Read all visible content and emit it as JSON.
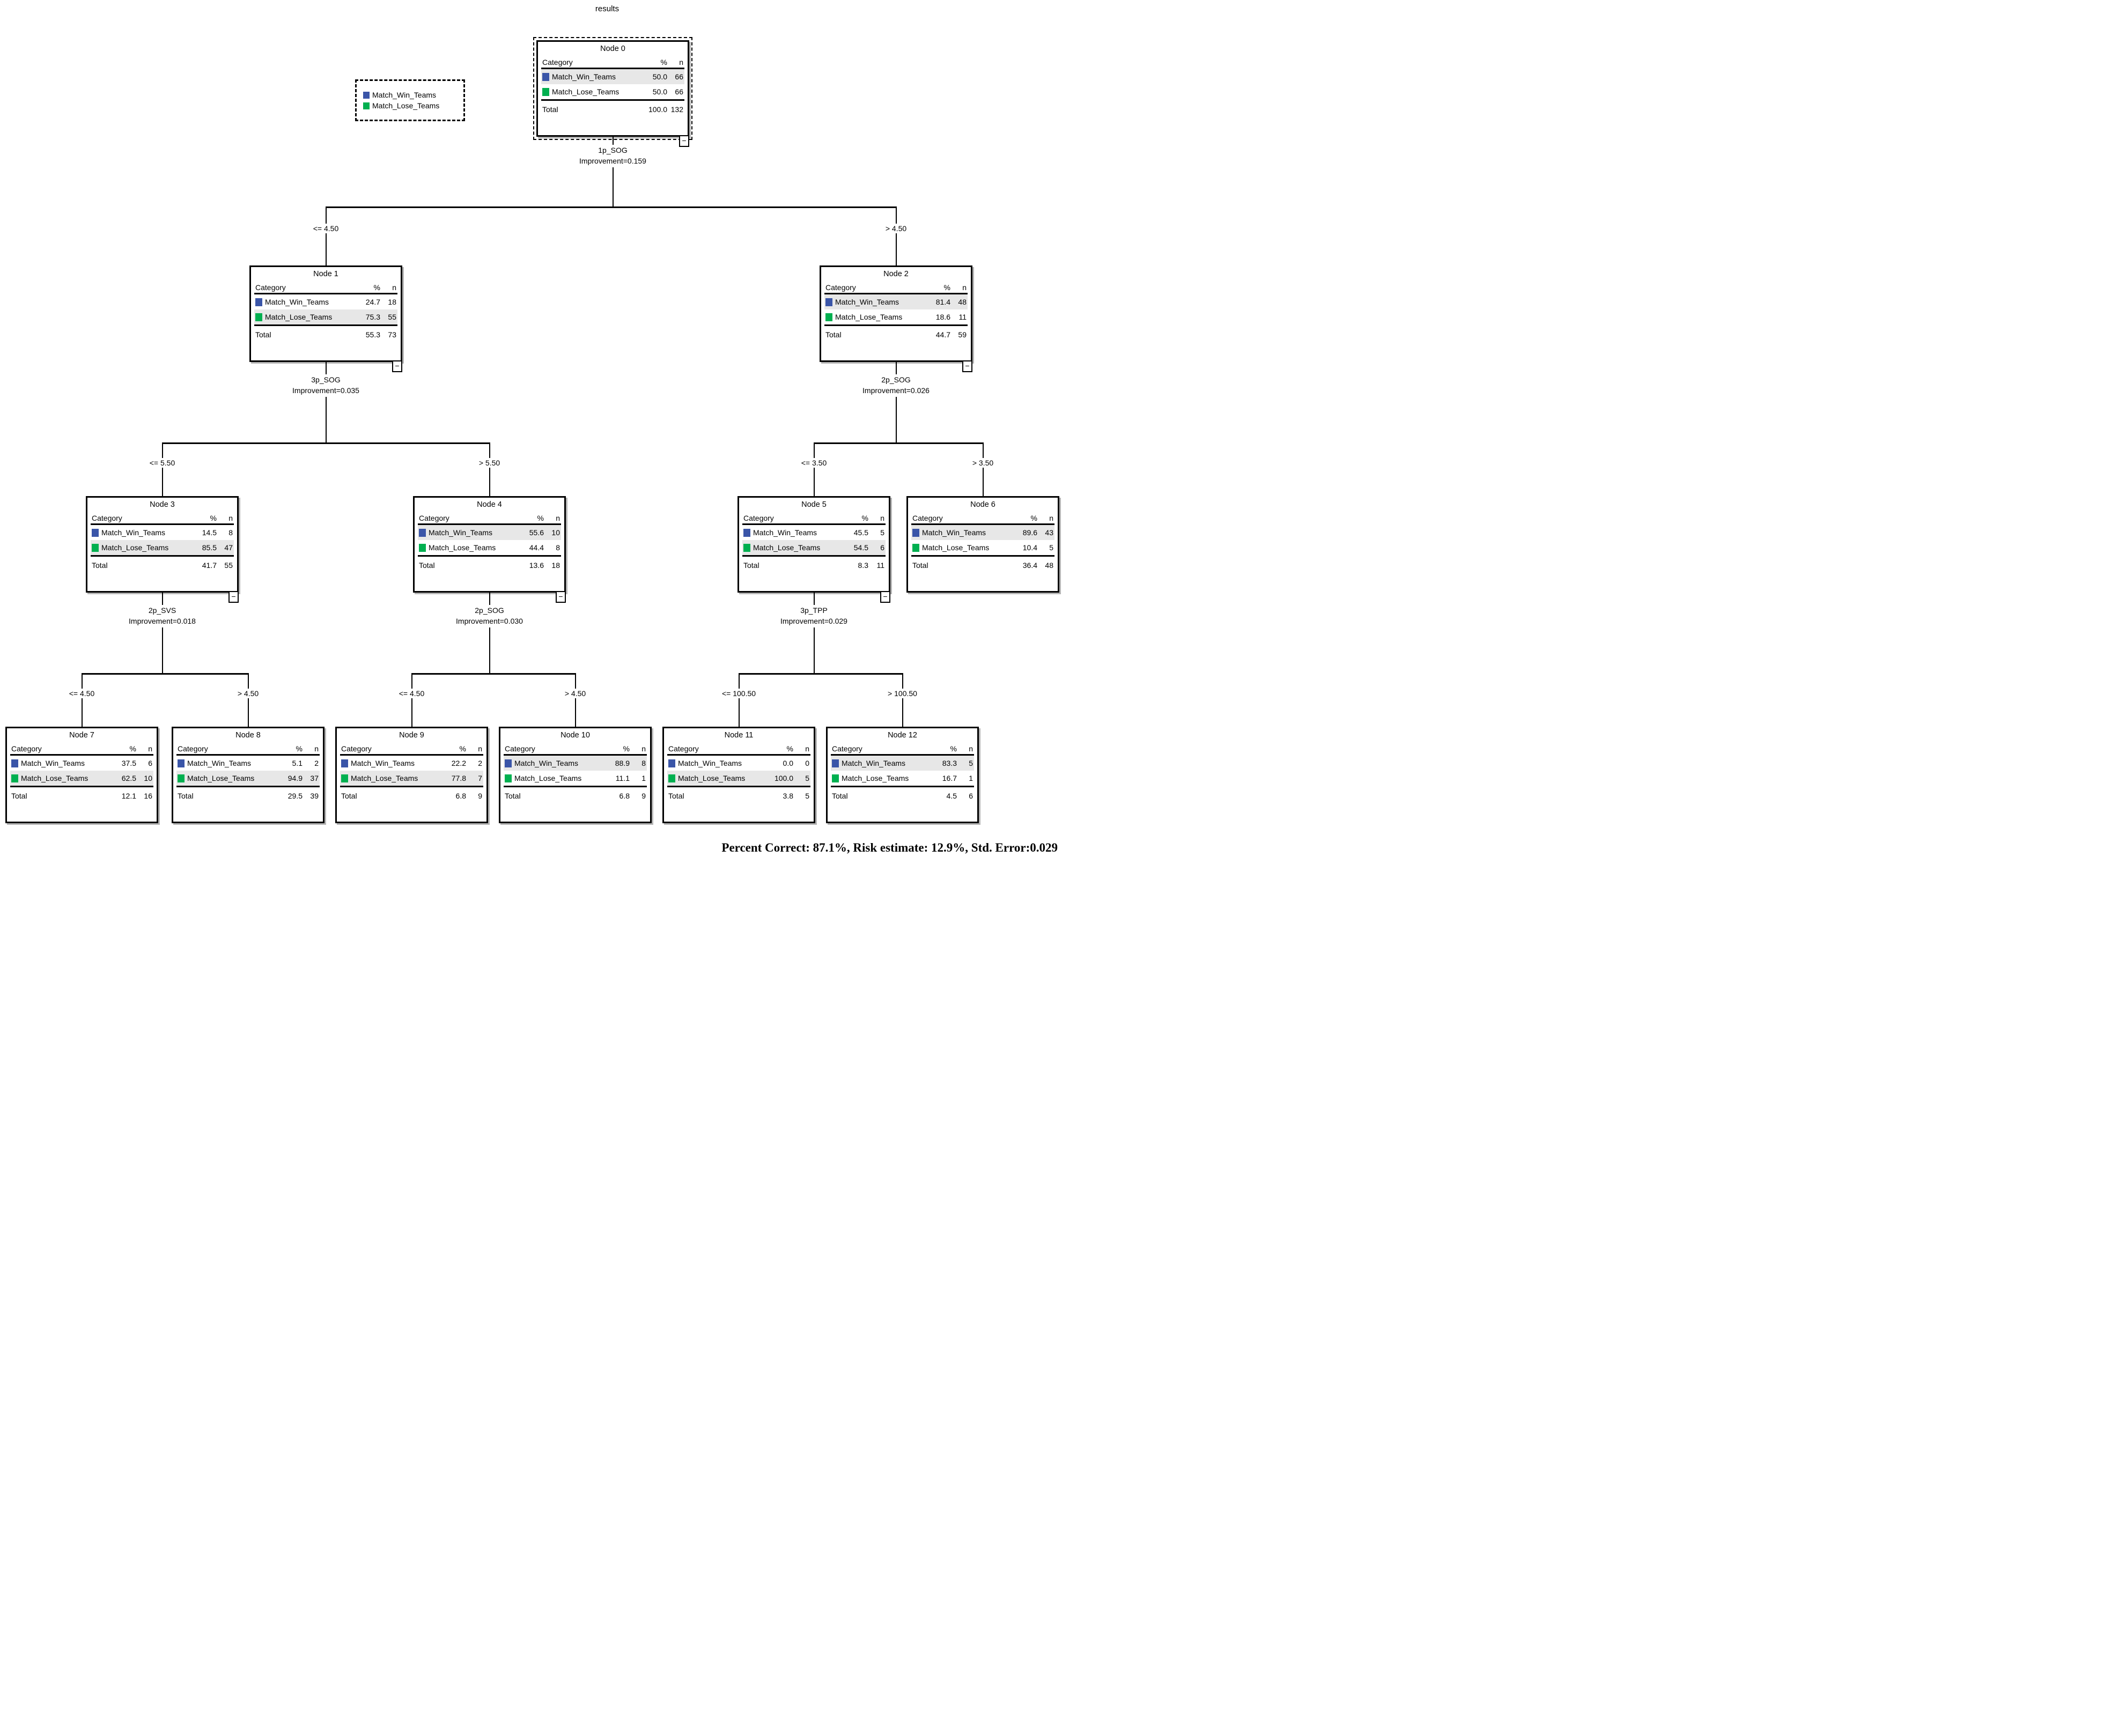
{
  "title": "results",
  "headers": {
    "category": "Category",
    "percent": "%",
    "n": "n",
    "total": "Total"
  },
  "collapse_glyph": "−",
  "colors": {
    "win": "#3a55a8",
    "lose": "#00b050",
    "highlight": "#e7e7e7"
  },
  "legend": {
    "items": [
      {
        "label": "Match_Win_Teams",
        "color_key": "win"
      },
      {
        "label": "Match_Lose_Teams",
        "color_key": "lose"
      }
    ]
  },
  "footer": "Percent Correct: 87.1%, Risk estimate: 12.9%, Std. Error:0.029",
  "nodes": [
    {
      "title": "Node 0",
      "selected": true,
      "has_collapse": true,
      "rows": [
        {
          "category": "Match_Win_Teams",
          "pct": "50.0",
          "n": "66",
          "highlight": true,
          "color_key": "win"
        },
        {
          "category": "Match_Lose_Teams",
          "pct": "50.0",
          "n": "66",
          "highlight": false,
          "color_key": "lose"
        }
      ],
      "total_pct": "100.0",
      "total_n": "132"
    },
    {
      "title": "Node 1",
      "selected": false,
      "has_collapse": true,
      "rows": [
        {
          "category": "Match_Win_Teams",
          "pct": "24.7",
          "n": "18",
          "highlight": false,
          "color_key": "win"
        },
        {
          "category": "Match_Lose_Teams",
          "pct": "75.3",
          "n": "55",
          "highlight": true,
          "color_key": "lose"
        }
      ],
      "total_pct": "55.3",
      "total_n": "73"
    },
    {
      "title": "Node 2",
      "selected": false,
      "has_collapse": true,
      "rows": [
        {
          "category": "Match_Win_Teams",
          "pct": "81.4",
          "n": "48",
          "highlight": true,
          "color_key": "win"
        },
        {
          "category": "Match_Lose_Teams",
          "pct": "18.6",
          "n": "11",
          "highlight": false,
          "color_key": "lose"
        }
      ],
      "total_pct": "44.7",
      "total_n": "59"
    },
    {
      "title": "Node 3",
      "selected": false,
      "has_collapse": true,
      "rows": [
        {
          "category": "Match_Win_Teams",
          "pct": "14.5",
          "n": "8",
          "highlight": false,
          "color_key": "win"
        },
        {
          "category": "Match_Lose_Teams",
          "pct": "85.5",
          "n": "47",
          "highlight": true,
          "color_key": "lose"
        }
      ],
      "total_pct": "41.7",
      "total_n": "55"
    },
    {
      "title": "Node 4",
      "selected": false,
      "has_collapse": true,
      "rows": [
        {
          "category": "Match_Win_Teams",
          "pct": "55.6",
          "n": "10",
          "highlight": true,
          "color_key": "win"
        },
        {
          "category": "Match_Lose_Teams",
          "pct": "44.4",
          "n": "8",
          "highlight": false,
          "color_key": "lose"
        }
      ],
      "total_pct": "13.6",
      "total_n": "18"
    },
    {
      "title": "Node 5",
      "selected": false,
      "has_collapse": true,
      "rows": [
        {
          "category": "Match_Win_Teams",
          "pct": "45.5",
          "n": "5",
          "highlight": false,
          "color_key": "win"
        },
        {
          "category": "Match_Lose_Teams",
          "pct": "54.5",
          "n": "6",
          "highlight": true,
          "color_key": "lose"
        }
      ],
      "total_pct": "8.3",
      "total_n": "11"
    },
    {
      "title": "Node 6",
      "selected": false,
      "has_collapse": false,
      "rows": [
        {
          "category": "Match_Win_Teams",
          "pct": "89.6",
          "n": "43",
          "highlight": true,
          "color_key": "win"
        },
        {
          "category": "Match_Lose_Teams",
          "pct": "10.4",
          "n": "5",
          "highlight": false,
          "color_key": "lose"
        }
      ],
      "total_pct": "36.4",
      "total_n": "48"
    },
    {
      "title": "Node 7",
      "selected": false,
      "has_collapse": false,
      "rows": [
        {
          "category": "Match_Win_Teams",
          "pct": "37.5",
          "n": "6",
          "highlight": false,
          "color_key": "win"
        },
        {
          "category": "Match_Lose_Teams",
          "pct": "62.5",
          "n": "10",
          "highlight": true,
          "color_key": "lose"
        }
      ],
      "total_pct": "12.1",
      "total_n": "16"
    },
    {
      "title": "Node 8",
      "selected": false,
      "has_collapse": false,
      "rows": [
        {
          "category": "Match_Win_Teams",
          "pct": "5.1",
          "n": "2",
          "highlight": false,
          "color_key": "win"
        },
        {
          "category": "Match_Lose_Teams",
          "pct": "94.9",
          "n": "37",
          "highlight": true,
          "color_key": "lose"
        }
      ],
      "total_pct": "29.5",
      "total_n": "39"
    },
    {
      "title": "Node 9",
      "selected": false,
      "has_collapse": false,
      "rows": [
        {
          "category": "Match_Win_Teams",
          "pct": "22.2",
          "n": "2",
          "highlight": false,
          "color_key": "win"
        },
        {
          "category": "Match_Lose_Teams",
          "pct": "77.8",
          "n": "7",
          "highlight": true,
          "color_key": "lose"
        }
      ],
      "total_pct": "6.8",
      "total_n": "9"
    },
    {
      "title": "Node 10",
      "selected": false,
      "has_collapse": false,
      "rows": [
        {
          "category": "Match_Win_Teams",
          "pct": "88.9",
          "n": "8",
          "highlight": true,
          "color_key": "win"
        },
        {
          "category": "Match_Lose_Teams",
          "pct": "11.1",
          "n": "1",
          "highlight": false,
          "color_key": "lose"
        }
      ],
      "total_pct": "6.8",
      "total_n": "9"
    },
    {
      "title": "Node 11",
      "selected": false,
      "has_collapse": false,
      "rows": [
        {
          "category": "Match_Win_Teams",
          "pct": "0.0",
          "n": "0",
          "highlight": false,
          "color_key": "win"
        },
        {
          "category": "Match_Lose_Teams",
          "pct": "100.0",
          "n": "5",
          "highlight": true,
          "color_key": "lose"
        }
      ],
      "total_pct": "3.8",
      "total_n": "5"
    },
    {
      "title": "Node 12",
      "selected": false,
      "has_collapse": false,
      "rows": [
        {
          "category": "Match_Win_Teams",
          "pct": "83.3",
          "n": "5",
          "highlight": true,
          "color_key": "win"
        },
        {
          "category": "Match_Lose_Teams",
          "pct": "16.7",
          "n": "1",
          "highlight": false,
          "color_key": "lose"
        }
      ],
      "total_pct": "4.5",
      "total_n": "6"
    }
  ],
  "splits": [
    {
      "variable": "1p_SOG",
      "improvement": "Improvement=0.159",
      "left_label": "<= 4.50",
      "right_label": "> 4.50"
    },
    {
      "variable": "3p_SOG",
      "improvement": "Improvement=0.035",
      "left_label": "<= 5.50",
      "right_label": "> 5.50"
    },
    {
      "variable": "2p_SOG",
      "improvement": "Improvement=0.026",
      "left_label": "<= 3.50",
      "right_label": "> 3.50"
    },
    {
      "variable": "2p_SVS",
      "improvement": "Improvement=0.018",
      "left_label": "<= 4.50",
      "right_label": "> 4.50"
    },
    {
      "variable": "2p_SOG",
      "improvement": "Improvement=0.030",
      "left_label": "<= 4.50",
      "right_label": "> 4.50"
    },
    {
      "variable": "3p_TPP",
      "improvement": "Improvement=0.029",
      "left_label": "<= 100.50",
      "right_label": "> 100.50"
    }
  ]
}
